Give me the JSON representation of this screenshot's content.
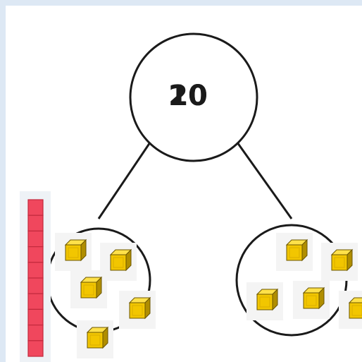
{
  "part_whole": {
    "whole_labels": [
      "20",
      "10"
    ],
    "left_part_cube_count": 5,
    "right_part_cube_count": 5,
    "ten_rod_units": 10
  },
  "colors": {
    "cube_face": "#f2c600",
    "cube_top": "#ffe14a",
    "cube_side": "#b08e00",
    "rod": "#f0475d",
    "rod_line": "#c22a3d",
    "background": "#dde8f4"
  }
}
